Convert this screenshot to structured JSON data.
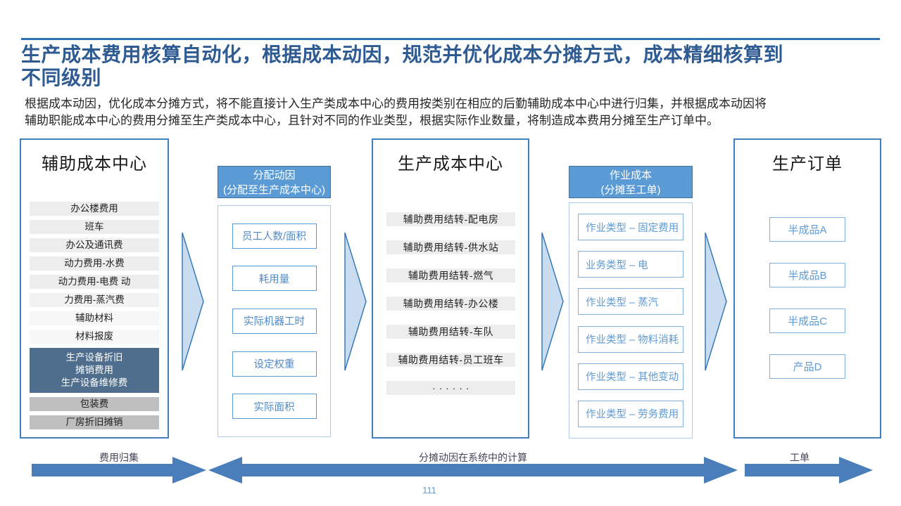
{
  "slide": {
    "title": "生产成本费用核算自动化，根据成本动因，规范并优化成本分摊方式，成本精细核算到\n不同级别",
    "subtitle": "根据成本动因，优化成本分摊方式，将不能直接计入生产类成本中心的费用按类别在相应的后勤辅助成本中心中进行归集，并根据成本动因将\n辅助职能成本中心的费用分摊至生产类成本中心，且针对不同的作业类型，根据实际作业数量，将制造成本费用分摊至生产订单中。",
    "page_number": "111",
    "accent_color": "#2E74B5",
    "title_color": "#2F5B93"
  },
  "columns": {
    "aux_cost_center": {
      "header": "辅助成本中心",
      "items": [
        {
          "text": "办公楼费用",
          "bg": "#EDEDED",
          "color": "#222222"
        },
        {
          "text": "班车",
          "bg": "#EDEDED",
          "color": "#222222"
        },
        {
          "text": "办公及通讯费",
          "bg": "#EDEDED",
          "color": "#222222"
        },
        {
          "text": "动力费用-水费",
          "bg": "#EDEDED",
          "color": "#222222"
        },
        {
          "text": "动力费用-电费 动",
          "bg": "#EDEDED",
          "color": "#222222"
        },
        {
          "text": "力费用-蒸汽费",
          "bg": "#F2F2F2",
          "color": "#222222"
        },
        {
          "text": "辅助材料",
          "bg": "#F7F7F7",
          "color": "#222222"
        },
        {
          "text": "材料报废",
          "bg": "#F7F7F7",
          "color": "#222222"
        },
        {
          "text": "生产设备折旧\n摊销费用\n生产设备维修费",
          "bg": "#4F6D8D",
          "color": "#FFFFFF"
        },
        {
          "text": "包装费",
          "bg": "#BFBFBF",
          "color": "#222222"
        },
        {
          "text": "厂房折旧摊销",
          "bg": "#BFBFBF",
          "color": "#222222"
        }
      ]
    },
    "allocation_drivers": {
      "header": "分配动因\n(分配至生产成本中心)",
      "items": [
        "员工人数/面积",
        "耗用量",
        "实际机器工时",
        "设定权重",
        "实际面积"
      ]
    },
    "prod_cost_center": {
      "header": "生产成本中心",
      "items": [
        "辅助费用结转-配电房",
        "辅助费用结转-供水站",
        "辅助费用结转-燃气",
        "辅助费用结转-办公楼",
        "辅助费用结转-车队",
        "辅助费用结转-员工班车",
        "· · · · · ·"
      ]
    },
    "activity_cost": {
      "header": "作业成本\n(分摊至工单)",
      "items": [
        "作业类型 – 固定费用",
        "业务类型 – 电",
        "作业类型 – 蒸汽",
        "作业类型 – 物料消耗",
        "作业类型 – 其他变动",
        "作业类型 – 劳务费用"
      ]
    },
    "prod_order": {
      "header": "生产订单",
      "items": [
        "半成品A",
        "半成品B",
        "半成品C",
        "产品D"
      ]
    }
  },
  "footer": {
    "stage1_label": "费用归集",
    "stage2_label": "分摊动因在系统中的计算",
    "stage3_label": "工单",
    "arrow_color": "#4A7EBB"
  }
}
